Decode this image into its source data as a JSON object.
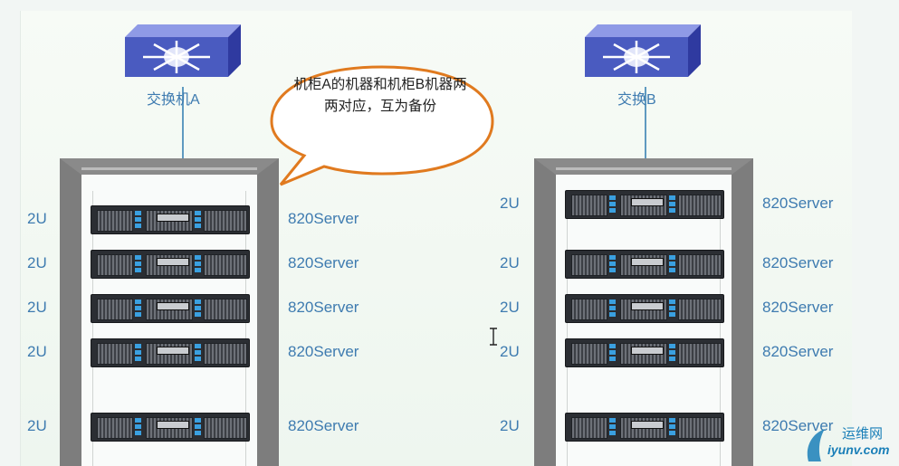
{
  "switches": [
    {
      "id": "a",
      "label": "交换机A"
    },
    {
      "id": "b",
      "label": "交换B"
    }
  ],
  "callout": {
    "text": "机柜A的机器和机柜B机器两两对应，互为备份"
  },
  "racks": [
    {
      "id": "a",
      "units": [
        "2U",
        "2U",
        "2U",
        "2U",
        "2U"
      ],
      "servers": [
        "820Server",
        "820Server",
        "820Server",
        "820Server",
        "820Server"
      ]
    },
    {
      "id": "b",
      "units": [
        "2U",
        "2U",
        "2U",
        "2U",
        "2U"
      ],
      "servers": [
        "820Server",
        "820Server",
        "820Server",
        "820Server",
        "820Server"
      ]
    }
  ],
  "watermark": {
    "line1": "运维网",
    "line2": "iyunv.com"
  },
  "colors": {
    "label": "#3e7bb0",
    "switch": "#4a5bc0",
    "callout_border": "#e07a1f",
    "link": "#5f9ac0"
  }
}
